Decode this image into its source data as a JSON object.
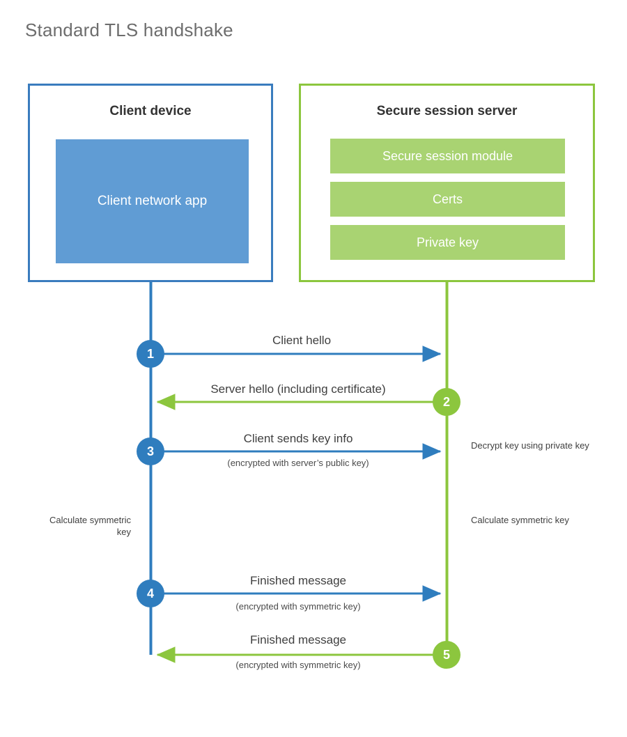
{
  "title": "Standard TLS handshake",
  "colors": {
    "client_accent": "#2f7dbe",
    "client_border": "#3a7cbe",
    "client_block_fill": "#609cd4",
    "server_accent": "#8cc63e",
    "server_border": "#8cc63e",
    "server_module_fill": "#a9d372",
    "title_text": "#6d6d6d",
    "body_text": "#3f3f3f",
    "background": "#ffffff"
  },
  "actors": {
    "client": {
      "title": "Client device",
      "block_label": "Client network app"
    },
    "server": {
      "title": "Secure session server",
      "modules": [
        {
          "label": "Secure session module"
        },
        {
          "label": "Certs"
        },
        {
          "label": "Private key"
        }
      ]
    }
  },
  "steps": [
    {
      "number": "1",
      "label": "Client hello",
      "sub": "",
      "direction": "client-to-server",
      "side": "client"
    },
    {
      "number": "2",
      "label": "Server hello (including certificate)",
      "sub": "",
      "direction": "server-to-client",
      "side": "server"
    },
    {
      "number": "3",
      "label": "Client sends key info",
      "sub": "(encrypted with server’s public key)",
      "direction": "client-to-server",
      "side": "client"
    },
    {
      "number": "4",
      "label": "Finished message",
      "sub": "(encrypted with symmetric key)",
      "direction": "client-to-server",
      "side": "client"
    },
    {
      "number": "5",
      "label": "Finished message",
      "sub": "(encrypted with symmetric key)",
      "direction": "server-to-client",
      "side": "server"
    }
  ],
  "annotations": {
    "decrypt_key": "Decrypt key using private key",
    "client_calculate": "Calculate symmetric key",
    "server_calculate": "Calculate symmetric key"
  }
}
